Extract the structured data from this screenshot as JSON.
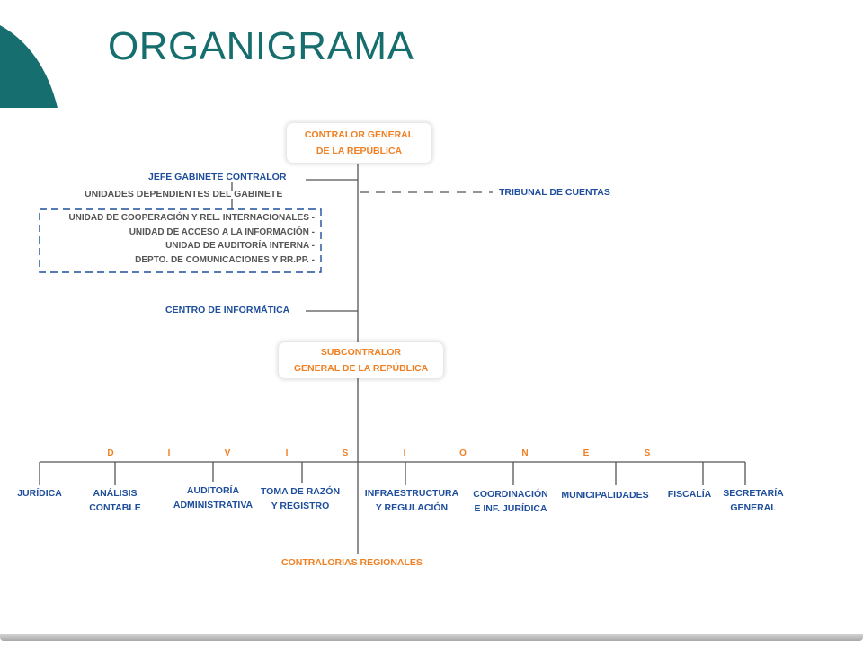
{
  "title": "ORGANIGRAMA",
  "colors": {
    "teal": "#176e6e",
    "blue": "#1f4e9c",
    "orange": "#f07f22",
    "grey": "#555555"
  },
  "org": {
    "top_box": {
      "line1": "CONTRALOR GENERAL",
      "line2": "DE LA REPÚBLICA"
    },
    "jefe_gabinete": "JEFE GABINETE CONTRALOR",
    "unidades_dependientes": "UNIDADES DEPENDIENTES DEL GABINETE",
    "unidades": [
      "UNIDAD DE COOPERACIÓN Y REL. INTERNACIONALES -",
      "UNIDAD DE ACCESO A LA INFORMACIÓN -",
      "UNIDAD DE AUDITORÍA INTERNA -",
      "DEPTO. DE COMUNICACIONES Y RR.PP. -"
    ],
    "tribunal": "TRIBUNAL DE  CUENTAS",
    "centro_informatica": "CENTRO DE INFORMÁTICA",
    "sub_box": {
      "line1": "SUBCONTRALOR",
      "line2": "GENERAL DE LA REPÚBLICA"
    },
    "divisiones_letters": [
      "D",
      "I",
      "V",
      "I",
      "S",
      "I",
      "O",
      "N",
      "E",
      "S"
    ],
    "divisions": [
      {
        "line1": "JURÍDICA",
        "line2": ""
      },
      {
        "line1": "ANÁLISIS",
        "line2": "CONTABLE"
      },
      {
        "line1": "AUDITORÍA",
        "line2": "ADMINISTRATIVA"
      },
      {
        "line1": "TOMA DE RAZÓN",
        "line2": "Y REGISTRO"
      },
      {
        "line1": "INFRAESTRUCTURA",
        "line2": "Y REGULACIÓN"
      },
      {
        "line1": "COORDINACIÓN",
        "line2": "E INF. JURÍDICA"
      },
      {
        "line1": "MUNICIPALIDADES",
        "line2": ""
      },
      {
        "line1": "FISCALÍA",
        "line2": ""
      },
      {
        "line1": "SECRETARÍA",
        "line2": "GENERAL"
      }
    ],
    "regionales": "CONTRALORIAS REGIONALES"
  }
}
